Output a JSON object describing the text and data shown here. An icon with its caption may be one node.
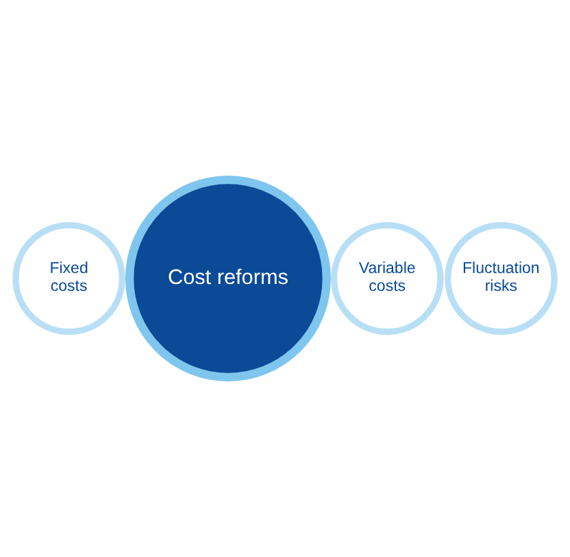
{
  "diagram": {
    "nodes": [
      {
        "text": [
          "Fixed costs"
        ]
      },
      {
        "text": [
          "Cost reforms"
        ]
      },
      {
        "text": [
          "Variable costs"
        ]
      },
      {
        "text": [
          "Fluctuation risks"
        ]
      }
    ],
    "edges": []
  }
}
